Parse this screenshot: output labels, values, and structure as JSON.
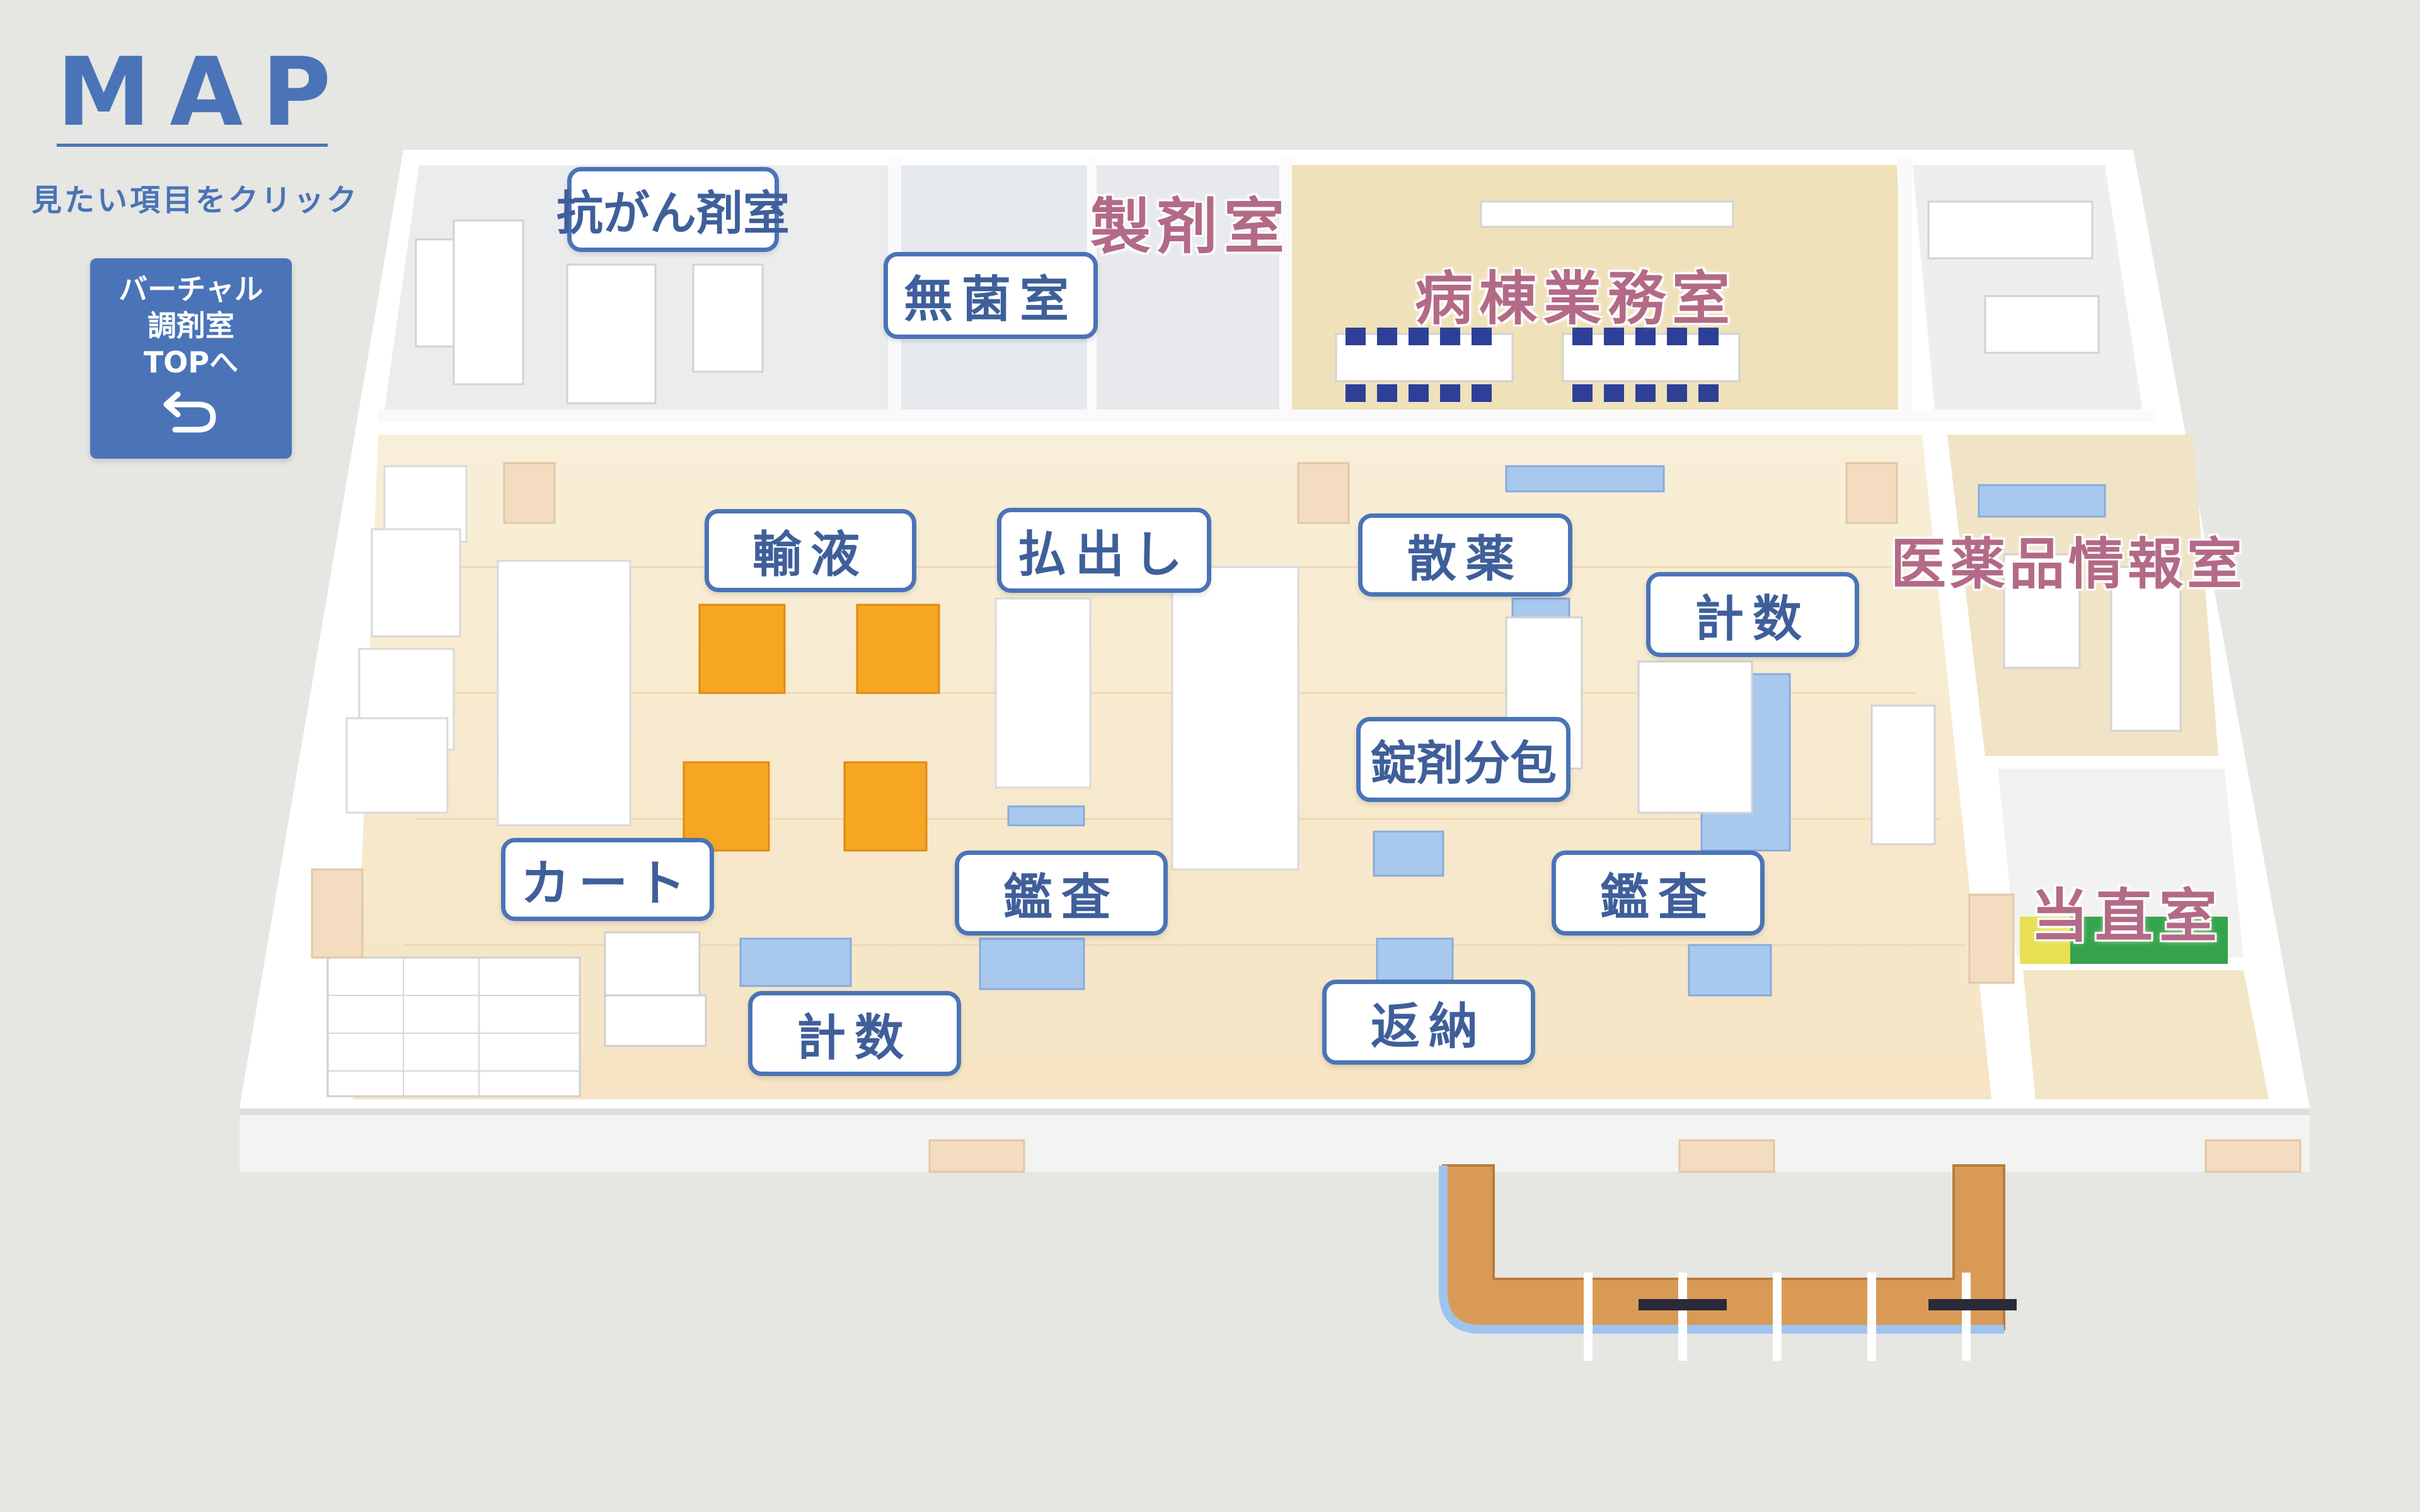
{
  "header": {
    "title": "MAP",
    "instruction": "見たい項目をクリック"
  },
  "top_button": {
    "line1": "バーチャル",
    "line2": "調剤室",
    "line3": "TOPへ",
    "icon": "return-arrow-icon"
  },
  "room_labels": {
    "anticancer": "抗がん剤室",
    "sterile": "無菌室",
    "infusion": "輸液",
    "dispense": "払出し",
    "powder": "散薬",
    "count_right": "計数",
    "tablet_packaging": "錠剤分包",
    "cart": "カート",
    "audit_left": "鑑査",
    "audit_right": "鑑査",
    "count_left": "計数",
    "return": "返納"
  },
  "zone_labels": {
    "preparation": "製剤室",
    "ward_operations": "病棟業務室",
    "drug_info": "医薬品情報室",
    "night_duty": "当直室"
  },
  "colors": {
    "accent": "#4a74b7",
    "zone_text": "#b36a86",
    "floor": "#f7e9cc",
    "wall": "#ffffff",
    "cabinet_blue": "#a9c8ee",
    "box_orange": "#f5a623"
  }
}
